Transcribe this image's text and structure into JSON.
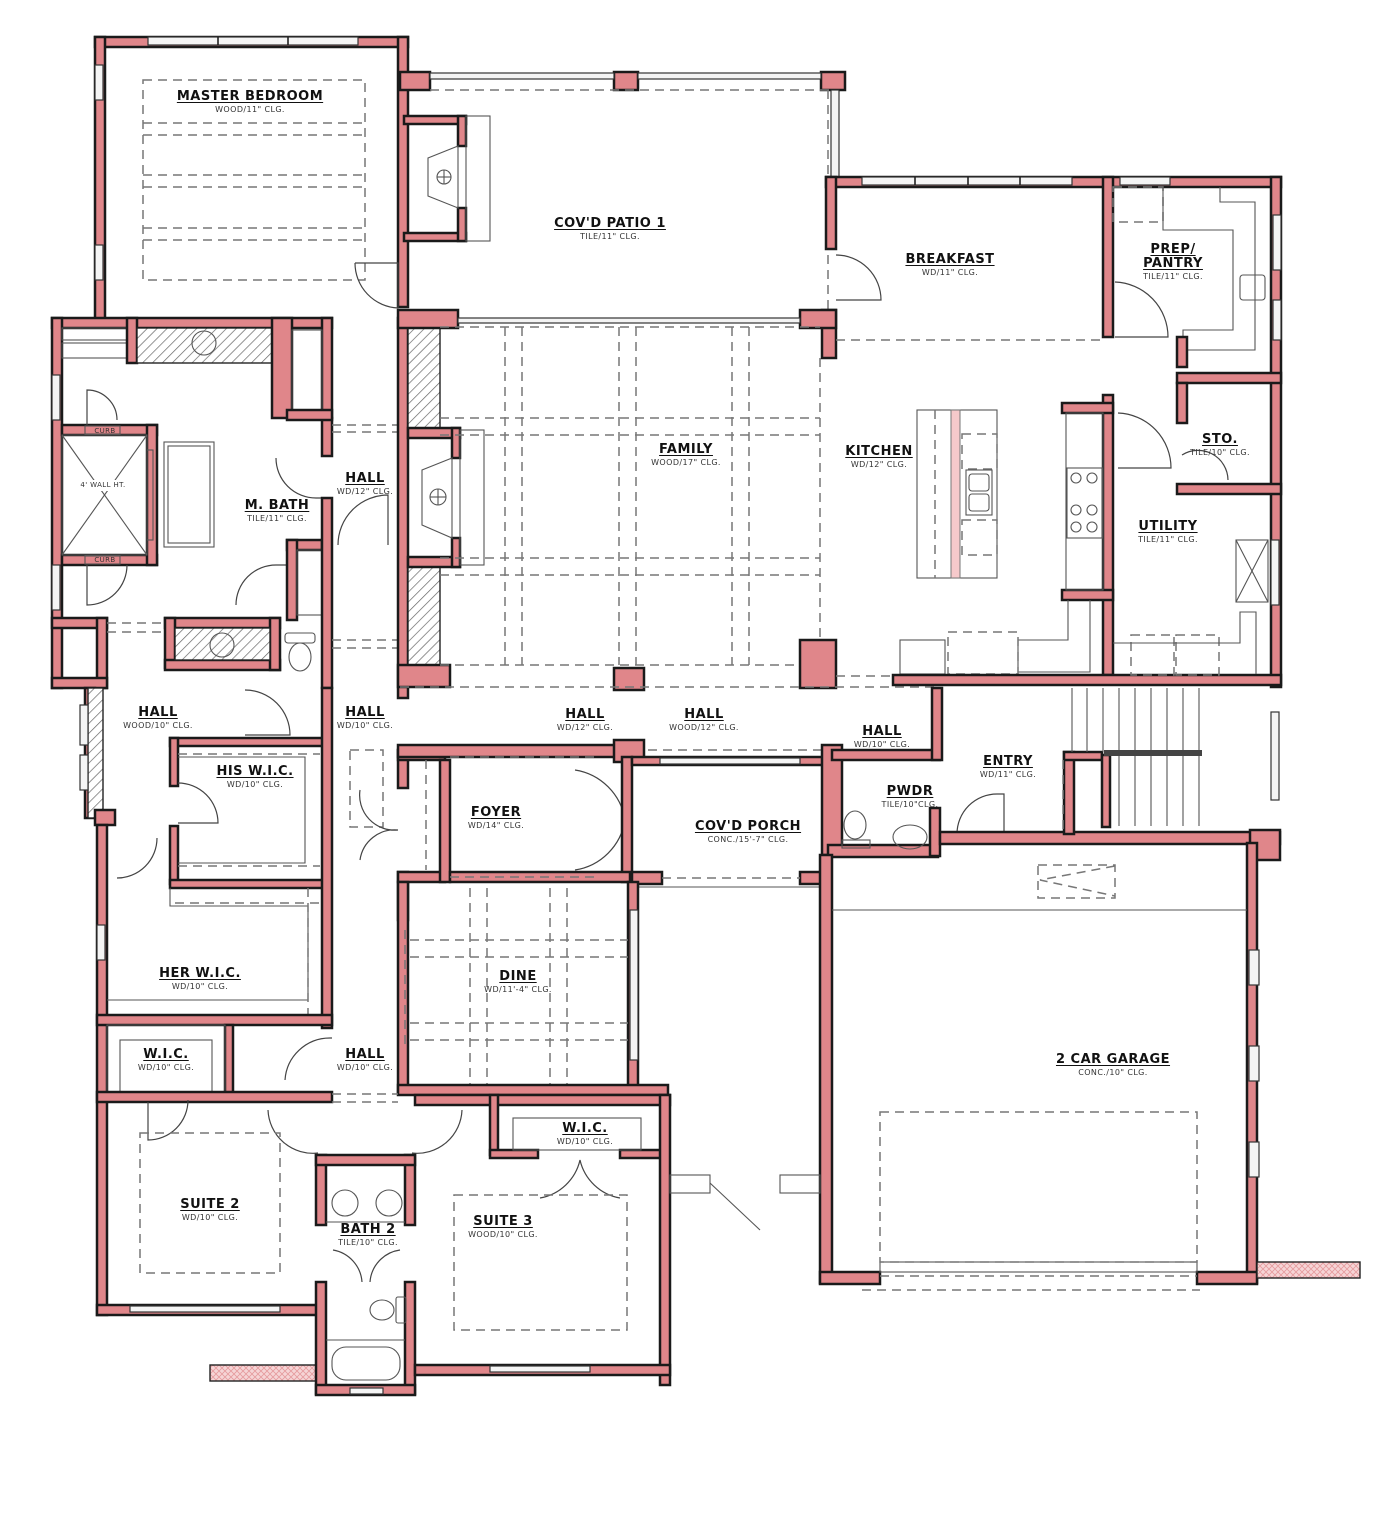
{
  "colors": {
    "wall_fill": "#e0868a",
    "wall_outline": "#1a1a1a",
    "background": "#ffffff"
  },
  "rooms": {
    "master_bedroom": {
      "name": "MASTER BEDROOM",
      "spec": "WOOD/11\" CLG."
    },
    "covd_patio": {
      "name": "COV'D PATIO 1",
      "spec": "TILE/11\" CLG."
    },
    "breakfast": {
      "name": "BREAKFAST",
      "spec": "WD/11\" CLG."
    },
    "prep_pantry": {
      "name": "PREP/ PANTRY",
      "name_line1": "PREP/",
      "name_line2": "PANTRY",
      "spec": "TILE/11\" CLG."
    },
    "m_bath": {
      "name": "M. BATH",
      "spec": "TILE/11\" CLG."
    },
    "hall_mbath": {
      "name": "HALL",
      "spec": "WD/12\" CLG."
    },
    "family": {
      "name": "FAMILY",
      "spec": "WOOD/17\" CLG."
    },
    "kitchen": {
      "name": "KITCHEN",
      "spec": "WD/12\" CLG."
    },
    "sto": {
      "name": "STO.",
      "spec": "TILE/10\" CLG."
    },
    "utility": {
      "name": "UTILITY",
      "spec": "TILE/11\" CLG."
    },
    "hall_west": {
      "name": "HALL",
      "spec": "WOOD/10\" CLG."
    },
    "hall_center_left": {
      "name": "HALL",
      "spec": "WD/10\" CLG."
    },
    "hall_center": {
      "name": "HALL",
      "spec": "WD/12\" CLG."
    },
    "hall_center_right": {
      "name": "HALL",
      "spec": "WOOD/12\" CLG."
    },
    "hall_east": {
      "name": "HALL",
      "spec": "WD/10\" CLG."
    },
    "his_wic": {
      "name": "HIS W.I.C.",
      "spec": "WD/10\" CLG."
    },
    "foyer": {
      "name": "FOYER",
      "spec": "WD/14\" CLG."
    },
    "covd_porch": {
      "name": "COV'D PORCH",
      "spec": "CONC./15'-7\" CLG."
    },
    "pwdr": {
      "name": "PWDR",
      "spec": "TILE/10\"CLG."
    },
    "entry": {
      "name": "ENTRY",
      "spec": "WD/11\" CLG."
    },
    "her_wic": {
      "name": "HER W.I.C.",
      "spec": "WD/10\" CLG."
    },
    "dine": {
      "name": "DINE",
      "spec": "WD/11'-4\" CLG."
    },
    "garage": {
      "name": "2 CAR GARAGE",
      "spec": "CONC./10\" CLG."
    },
    "wic_suite2": {
      "name": "W.I.C.",
      "spec": "WD/10\" CLG."
    },
    "hall_south": {
      "name": "HALL",
      "spec": "WD/10\" CLG."
    },
    "wic_suite3": {
      "name": "W.I.C.",
      "spec": "WD/10\" CLG."
    },
    "suite2": {
      "name": "SUITE 2",
      "spec": "WD/10\" CLG."
    },
    "bath2": {
      "name": "BATH 2",
      "spec": "TILE/10\" CLG."
    },
    "suite3": {
      "name": "SUITE 3",
      "spec": "WOOD/10\" CLG."
    }
  },
  "annotations": {
    "shower_wall": "4' WALL HT.",
    "curb_top": "CURB",
    "curb_bottom": "CURB"
  },
  "icons": [
    "fireplace-icon",
    "toilet-icon",
    "bathtub-icon",
    "sink-icon",
    "cooktop-icon",
    "stair-icon",
    "door-swing-icon",
    "window-icon"
  ]
}
